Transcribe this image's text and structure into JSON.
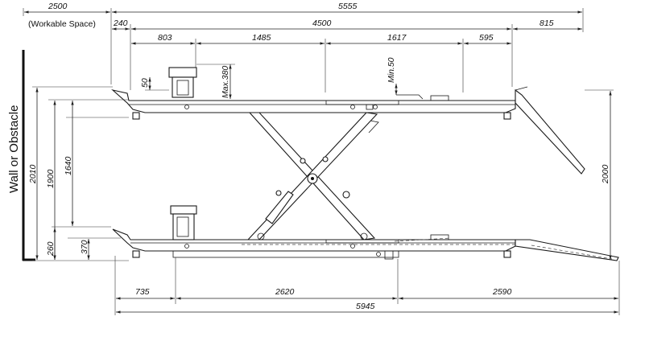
{
  "labels": {
    "wall": "Wall or Obstacle",
    "workable_space": "(Workable Space)"
  },
  "dimensions": {
    "workable_width": "2500",
    "overall_top": "5555",
    "left_offset": "240",
    "platform_length": "4500",
    "ramp_top": "815",
    "seg_a": "803",
    "seg_b": "1485",
    "seg_c": "1617",
    "seg_d": "595",
    "pad_height": "50",
    "max_pad": "Max.380",
    "min_gap": "Min.50",
    "h_2010": "2010",
    "h_1900": "1900",
    "h_1640": "1640",
    "h_260": "260",
    "h_370": "370",
    "h_2000": "2000",
    "bottom_735": "735",
    "bottom_2620": "2620",
    "bottom_2590": "2590",
    "overall_bottom": "5945"
  }
}
